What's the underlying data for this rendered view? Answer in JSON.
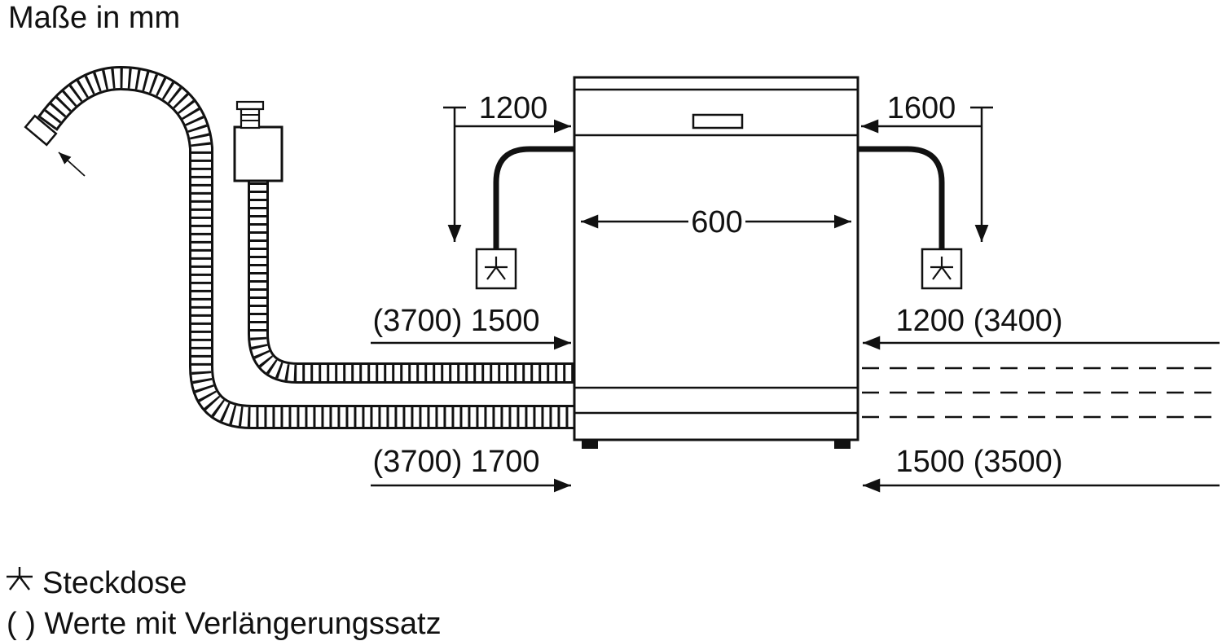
{
  "title": "Maße in mm",
  "dimensions": {
    "cord_left": "1200",
    "cord_right": "1600",
    "appliance_width": "600",
    "top_left": "(3700) 1500",
    "top_right": "1200 (3400)",
    "bottom_left": "(3700) 1700",
    "bottom_right": "1500 (3500)"
  },
  "legend": {
    "socket_icon": "power-socket-symbol",
    "socket_label": "Steckdose",
    "extension_note": "( ) Werte mit Verlängerungssatz"
  },
  "colors": {
    "line": "#111111",
    "background": "#ffffff"
  }
}
